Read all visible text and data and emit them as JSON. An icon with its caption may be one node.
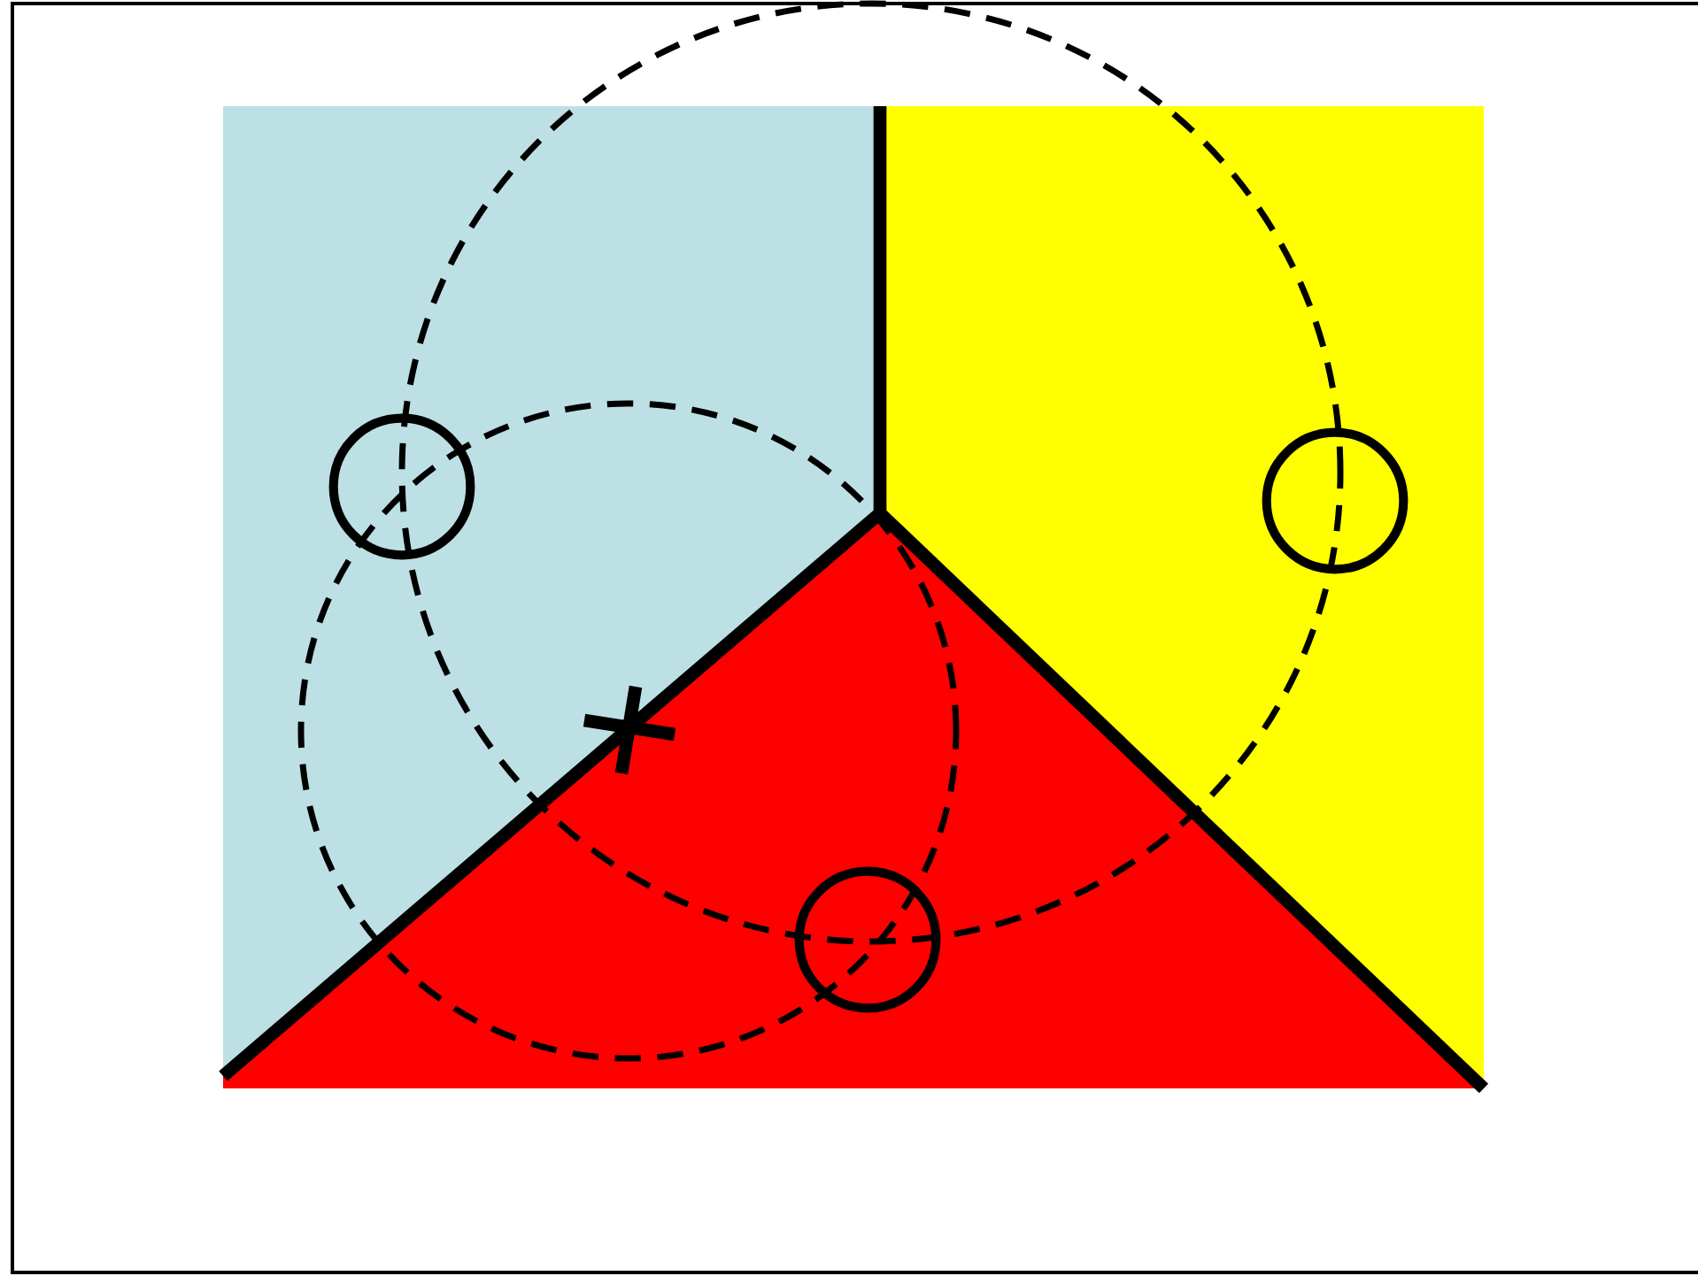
{
  "diagram": {
    "nodes": [
      {
        "text": [],
        "shape": "circle"
      },
      {
        "text": [],
        "shape": "cross"
      },
      {
        "text": [],
        "shape": "circle"
      },
      {
        "text": [],
        "shape": "circle"
      }
    ]
  }
}
